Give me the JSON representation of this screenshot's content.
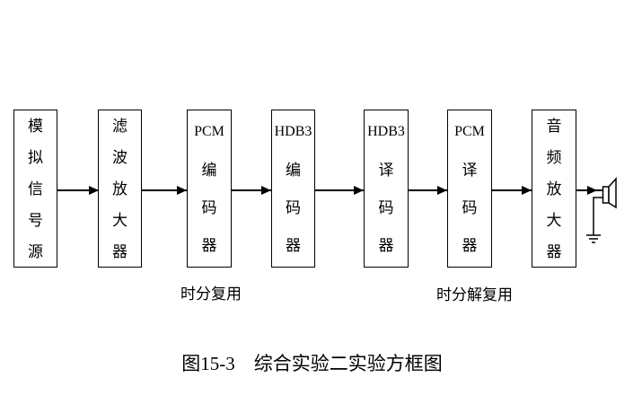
{
  "figure": {
    "blocks": [
      {
        "name": "analog-signal-source",
        "lines": [
          "模",
          "拟",
          "信",
          "号",
          "源"
        ]
      },
      {
        "name": "filter-amplifier",
        "lines": [
          "滤",
          "波",
          "放",
          "大",
          "器"
        ]
      },
      {
        "name": "pcm-encoder",
        "lines": [
          "PCM",
          "编",
          "码",
          "器"
        ]
      },
      {
        "name": "hdb3-encoder",
        "lines": [
          "HDB3",
          "编",
          "码",
          "器"
        ]
      },
      {
        "name": "hdb3-decoder",
        "lines": [
          "HDB3",
          "译",
          "码",
          "器"
        ]
      },
      {
        "name": "pcm-decoder",
        "lines": [
          "PCM",
          "译",
          "码",
          "器"
        ]
      },
      {
        "name": "audio-amplifier",
        "lines": [
          "音",
          "频",
          "放",
          "大",
          "器"
        ]
      }
    ],
    "annotations": {
      "tdm_label": "时分复用",
      "tdm_demux_label": "时分解复用"
    },
    "caption": "图15-3　综合实验二实验方框图",
    "icons": {
      "output": "speaker-icon",
      "reference": "ground-icon",
      "connector": "arrow-right-icon"
    },
    "colors": {
      "line": "#000000",
      "text": "#000000",
      "background": "#ffffff"
    }
  }
}
